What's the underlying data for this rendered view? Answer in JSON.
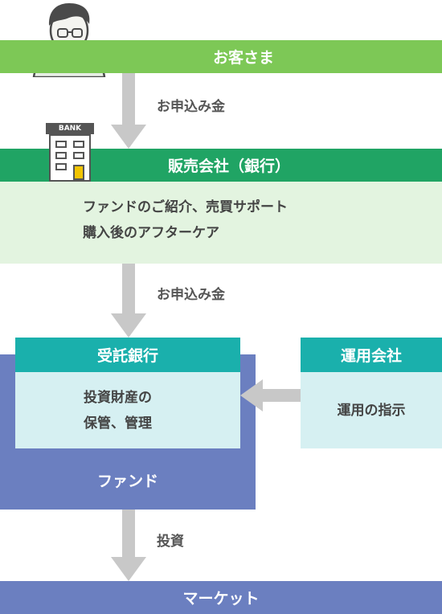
{
  "customer": {
    "label": "お客さま"
  },
  "flow1": {
    "label": "お申込み金"
  },
  "distributor": {
    "title": "販売会社（銀行）",
    "bank_sign": "BANK",
    "lines": [
      "ファンドのご紹介、売買サポート",
      "購入後のアフターケア"
    ]
  },
  "flow2": {
    "label": "お申込み金"
  },
  "trustee": {
    "title": "受託銀行",
    "lines": [
      "投資財産の",
      "保管、管理"
    ]
  },
  "fund": {
    "label": "ファンド"
  },
  "manager": {
    "title": "運用会社",
    "text": "運用の指示"
  },
  "flow3": {
    "label": "投資"
  },
  "market": {
    "label": "マーケット"
  },
  "colors": {
    "green_light": "#7dc856",
    "green_dark": "#20a464",
    "green_pale": "#e3f4e0",
    "teal": "#1ab0ac",
    "cyan_pale": "#d6f0f2",
    "blue": "#6b7fc0",
    "arrow_gray": "#c8c8c8"
  }
}
